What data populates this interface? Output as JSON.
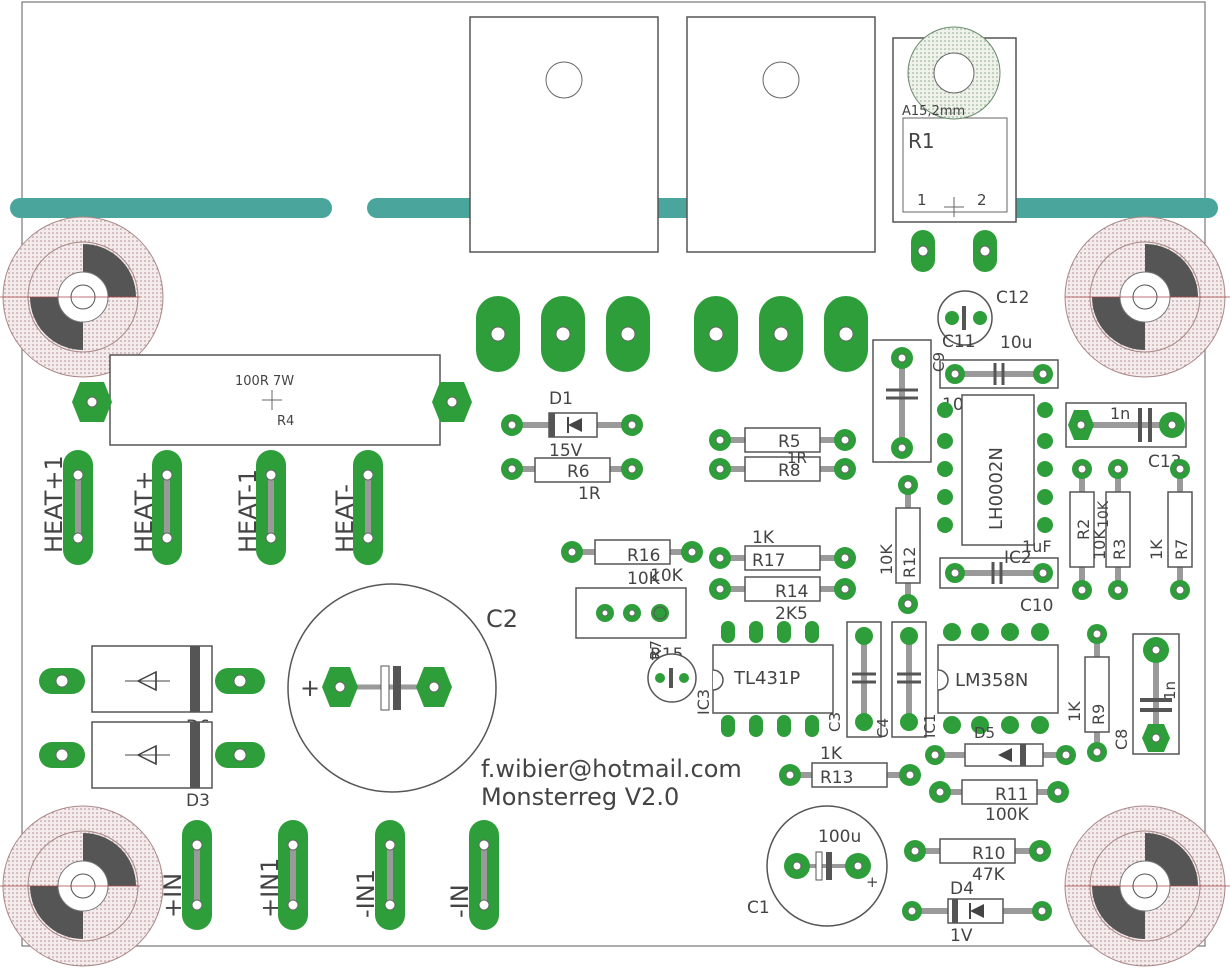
{
  "credits": {
    "email": "f.wibier@hotmail.com",
    "title": "Monsterreg V2.0"
  },
  "terminals": {
    "heat_p1": "HEAT+1",
    "heat_p": "HEAT+",
    "heat_m1": "HEAT-1",
    "heat_m": "HEAT-",
    "in_p": "+IN",
    "in_p1": "+IN1",
    "in_m1": "-IN1",
    "in_m": "-IN"
  },
  "parts": {
    "r1": "R1",
    "r1_pin1": "1",
    "r1_pin2": "2",
    "r1_note": "A15,2mm",
    "r4": "R4",
    "r4_value": "100R 7W",
    "d1": "D1",
    "d1_value": "15V",
    "r6": "R6",
    "r6_value": "1R",
    "r5": "R5",
    "r8": "R8",
    "r58_value": "1R",
    "r16": "R16",
    "r16_value": "10K",
    "r17": "R17",
    "r17_value": "1K",
    "r17_value2": "10K",
    "r14": "R14",
    "r14_value": "2K5",
    "r15": "R15",
    "r7": "R7",
    "c2": "C2",
    "c12": "C12",
    "c11": "C11",
    "c11_value": "10u",
    "c9": "C9",
    "c9_value": "100n",
    "lh": "LH0002N",
    "c13": "C13",
    "c13_value": "1n",
    "r2": "R2",
    "r2_value": "10K",
    "r3": "R3",
    "r3_value": "10K",
    "r7b": "R7",
    "r7b_value": "1K",
    "r12": "R12",
    "r12_value": "10K",
    "ic2": "IC2",
    "ic2_value": "1uF",
    "c10": "C10",
    "tl": "TL431P",
    "ic3": "IC3",
    "c3": "C3",
    "c4": "C4",
    "ic1": "IC1",
    "lm": "LM358N",
    "r9": "R9",
    "r9_value": "1K",
    "c8": "C8",
    "c8_value": "1n",
    "d5": "D5",
    "r13": "R13",
    "r13_value": "1K",
    "r11": "R11",
    "r11_value": "100K",
    "c1": "C1",
    "c1_value": "100u",
    "c1_plus": "+",
    "c2_plus": "+",
    "r10": "R10",
    "r10_value": "47K",
    "d4": "D4",
    "d4_value": "1V",
    "d6": "D6",
    "d3": "D3"
  }
}
